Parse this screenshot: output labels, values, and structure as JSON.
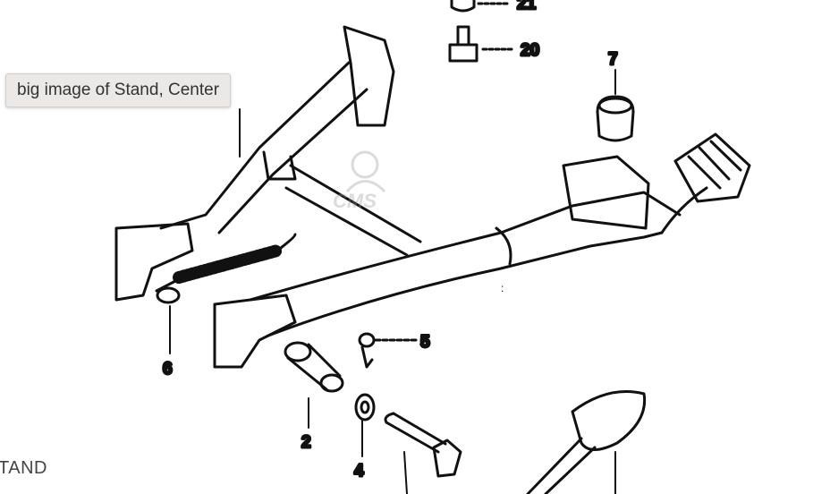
{
  "tooltip": {
    "text": "big image of Stand, Center"
  },
  "caption": {
    "text": "TAND"
  },
  "watermark": {
    "text": "CMS"
  },
  "callouts": {
    "c21": "21",
    "c20": "20",
    "c7": "7",
    "c5": "5",
    "c6": "6",
    "c2": "2",
    "c4": "4"
  }
}
